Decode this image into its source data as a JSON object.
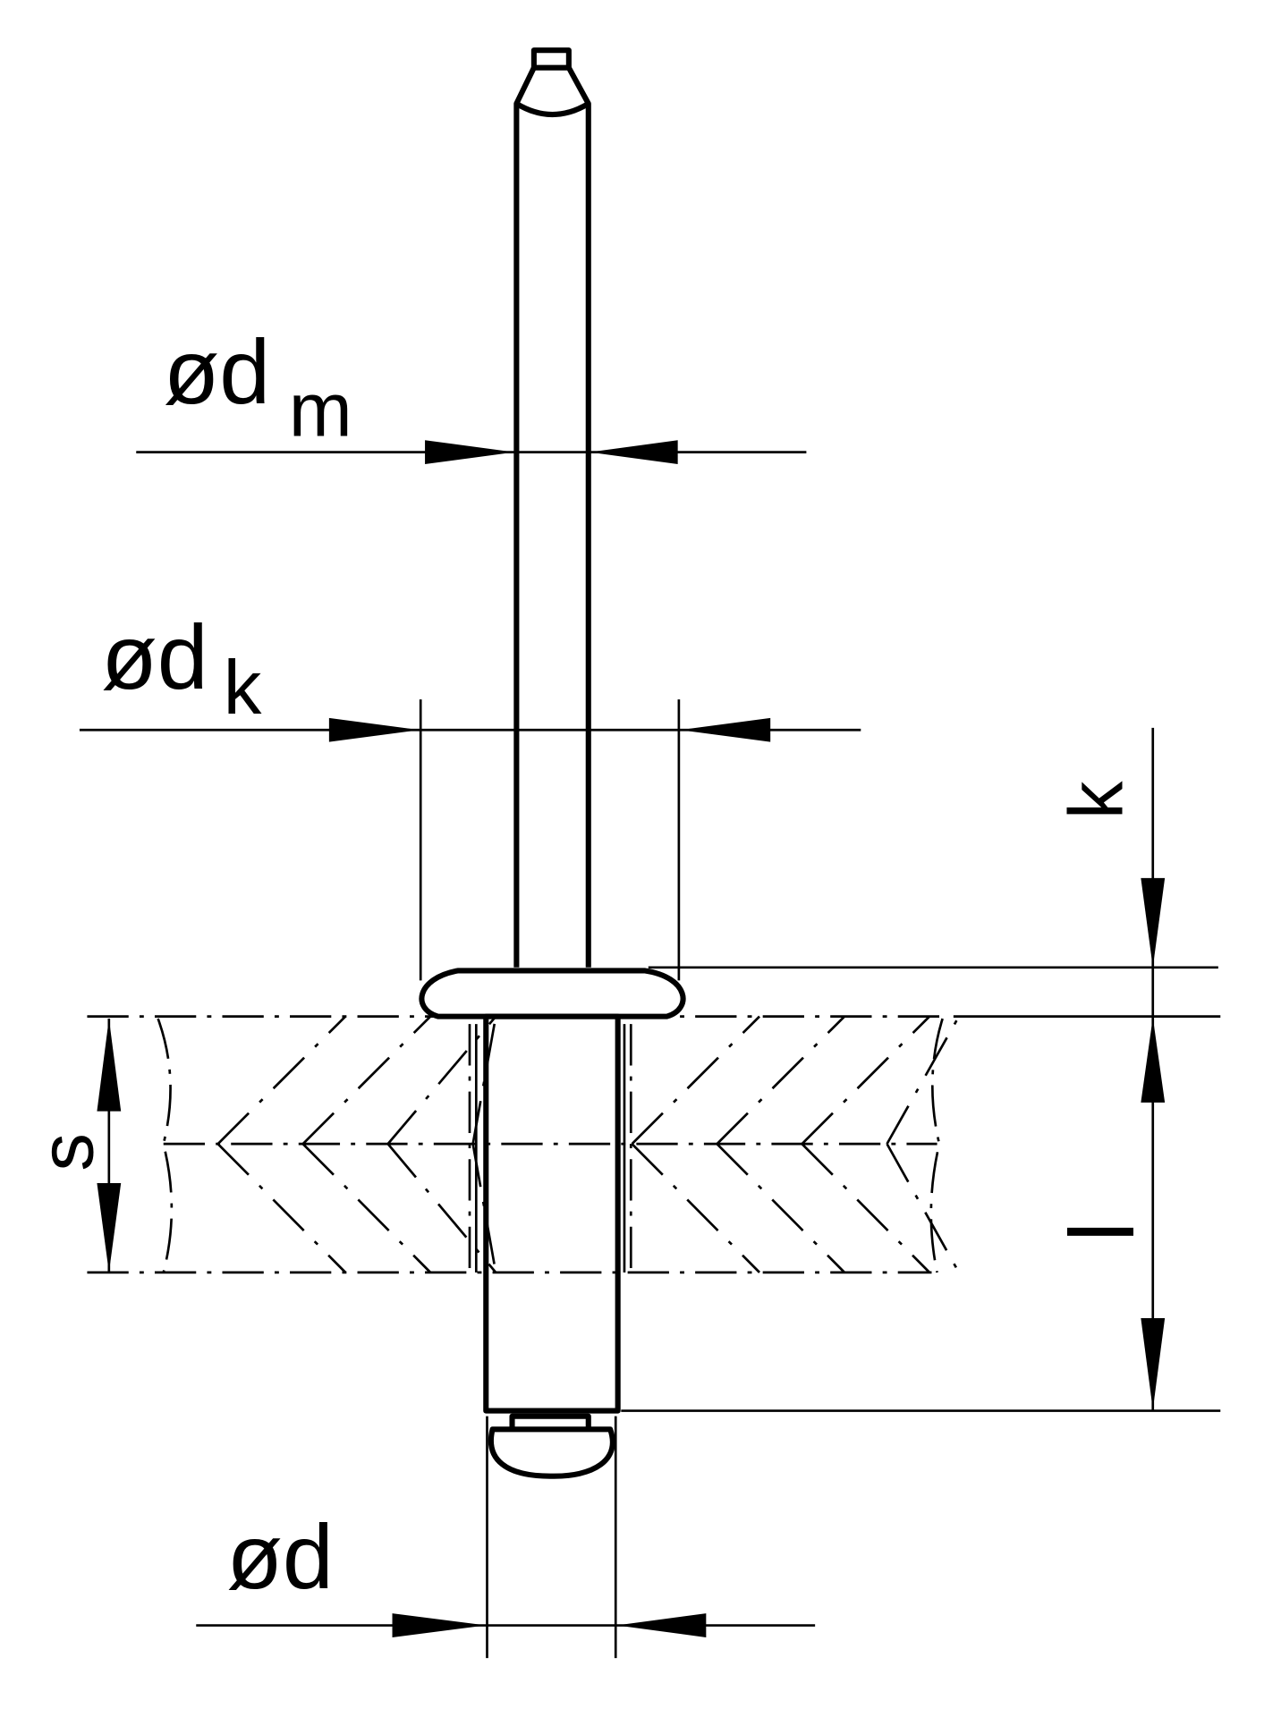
{
  "title": "Blind rivet dimension drawing",
  "labels": {
    "dm": {
      "symbol": "ød",
      "sub": "m"
    },
    "dk": {
      "symbol": "ød",
      "sub": "k"
    },
    "d": {
      "symbol": "ød"
    },
    "k": "k",
    "l": "l",
    "s": "s"
  },
  "colors": {
    "line": "#000000",
    "background": "#ffffff"
  }
}
